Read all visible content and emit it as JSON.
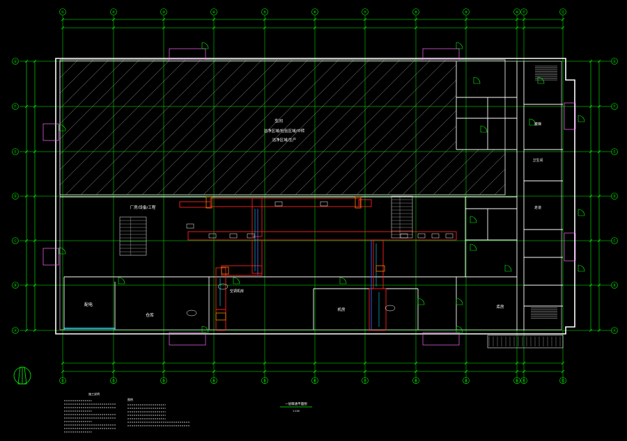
{
  "drawing": {
    "colors": {
      "background": "#000000",
      "grid_lines": "#00ff00",
      "walls": "#ffffff",
      "ducts": "#ff2020",
      "duct_lining": "#00e5ff",
      "pipes": "#3a6bff",
      "equipment": "#ff8800",
      "door_swings": "#00ff00",
      "annotations": "#ffffff",
      "dimensions": "#00ff00",
      "hatch": "#9a9a9a",
      "magenta_marks": "#ff66ff"
    },
    "column_axis_labels": [
      "①",
      "②",
      "③",
      "④",
      "⑤",
      "⑥",
      "⑦",
      "⑧",
      "⑨",
      "⑩",
      "⑪",
      "⑫"
    ],
    "row_axis_labels": [
      "Ⓐ",
      "Ⓑ",
      "Ⓒ",
      "Ⓓ",
      "Ⓔ",
      "Ⓕ",
      "Ⓖ",
      "Ⓗ"
    ],
    "north_arrow": {
      "icon": "north-arrow-icon"
    },
    "room_labels": {
      "hatched_zone_line1": "车间",
      "hatched_zone_line2": "洁净区域/检验区域/中转",
      "hatched_zone_line3": "洁净区域/生产",
      "left_room": "配电",
      "lower_room_2": "仓库",
      "middle_area": "厂房/设备/工程",
      "lower_room_3": "空调机房",
      "lower_room_4": "机房",
      "lower_room_5": "库房",
      "right_room_1": "楼梯",
      "right_room_2": "卫生间",
      "right_room_3": "走道"
    },
    "notes_title": "施工说明",
    "legend_title": "图例",
    "plan_title": "一层暖通平面图",
    "plan_scale": "1:100"
  }
}
